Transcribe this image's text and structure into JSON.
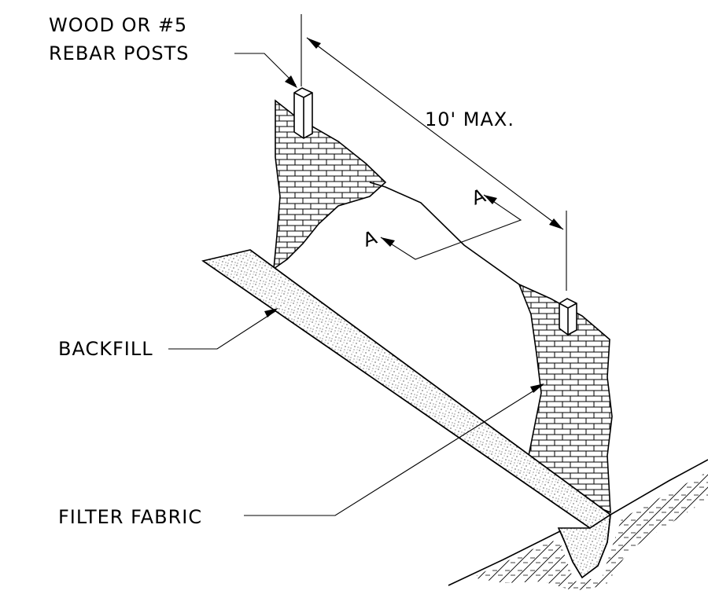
{
  "labels": {
    "posts_line1": "WOOD OR #5",
    "posts_line2": "REBAR POSTS",
    "spacing": "10' MAX.",
    "section_mark_upper": "A",
    "section_mark_lower": "A",
    "backfill": "BACKFILL",
    "filter_fabric": "FILTER FABRIC"
  },
  "colors": {
    "ink": "#000000",
    "background": "#ffffff"
  }
}
